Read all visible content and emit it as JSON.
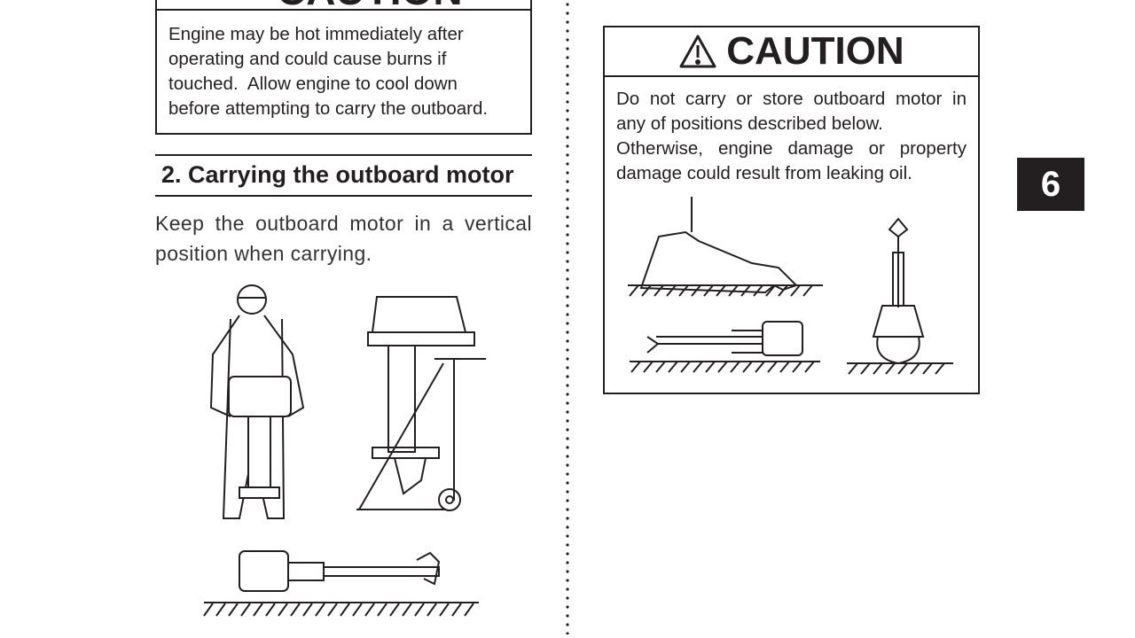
{
  "left_caution": {
    "heading": "CAUTION",
    "body_lines": [
      "Engine may be hot immediately after",
      "operating and could cause burns if",
      "touched.  Allow engine to cool down",
      "before attempting to carry the outboard."
    ]
  },
  "section": {
    "title": "2. Carrying the outboard motor",
    "para_lines": [
      "Keep the outboard motor in a vertical",
      "position when carrying."
    ]
  },
  "right_caution": {
    "heading": "CAUTION",
    "body_lines": [
      "Do not carry or store outboard motor in",
      "any of positions described below.",
      "Otherwise, engine damage or property",
      "damage could result from leaking oil."
    ]
  },
  "chapter_tab": "6"
}
